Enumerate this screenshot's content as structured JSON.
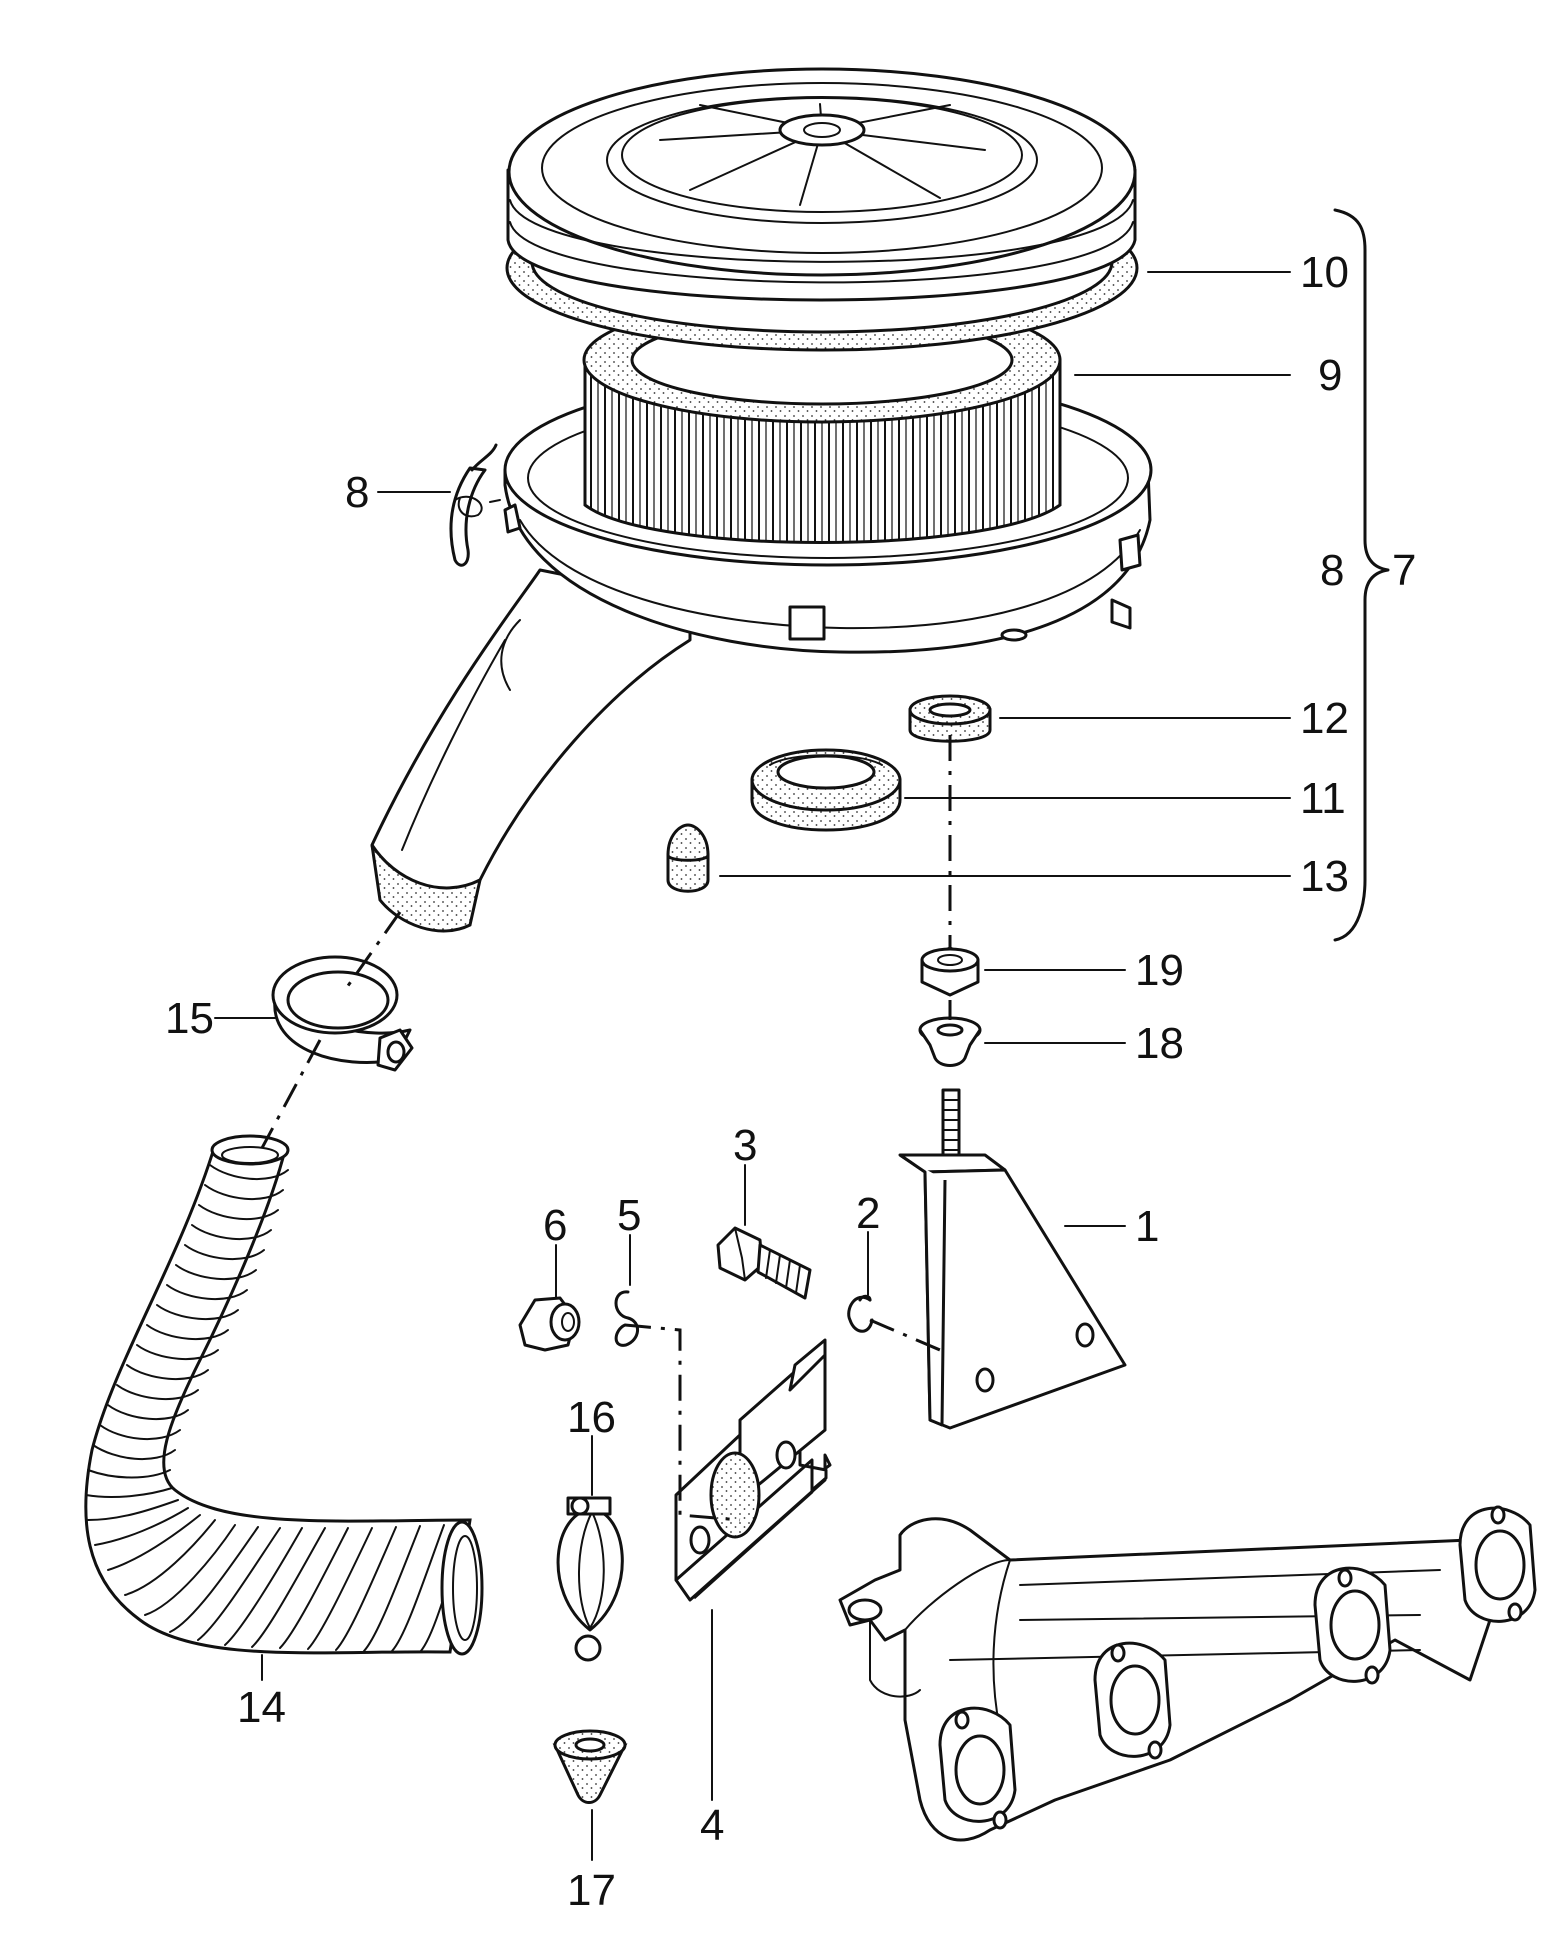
{
  "diagram": {
    "callouts": [
      {
        "id": "c1",
        "text": "1"
      },
      {
        "id": "c2",
        "text": "2"
      },
      {
        "id": "c3",
        "text": "3"
      },
      {
        "id": "c4",
        "text": "4"
      },
      {
        "id": "c5",
        "text": "5"
      },
      {
        "id": "c6",
        "text": "6"
      },
      {
        "id": "c7",
        "text": "7"
      },
      {
        "id": "c8a",
        "text": "8"
      },
      {
        "id": "c8b",
        "text": "8"
      },
      {
        "id": "c9",
        "text": "9"
      },
      {
        "id": "c10",
        "text": "10"
      },
      {
        "id": "c11",
        "text": "11"
      },
      {
        "id": "c12",
        "text": "12"
      },
      {
        "id": "c13",
        "text": "13"
      },
      {
        "id": "c14",
        "text": "14"
      },
      {
        "id": "c15",
        "text": "15"
      },
      {
        "id": "c16",
        "text": "16"
      },
      {
        "id": "c17",
        "text": "17"
      },
      {
        "id": "c18",
        "text": "18"
      },
      {
        "id": "c19",
        "text": "19"
      }
    ]
  }
}
